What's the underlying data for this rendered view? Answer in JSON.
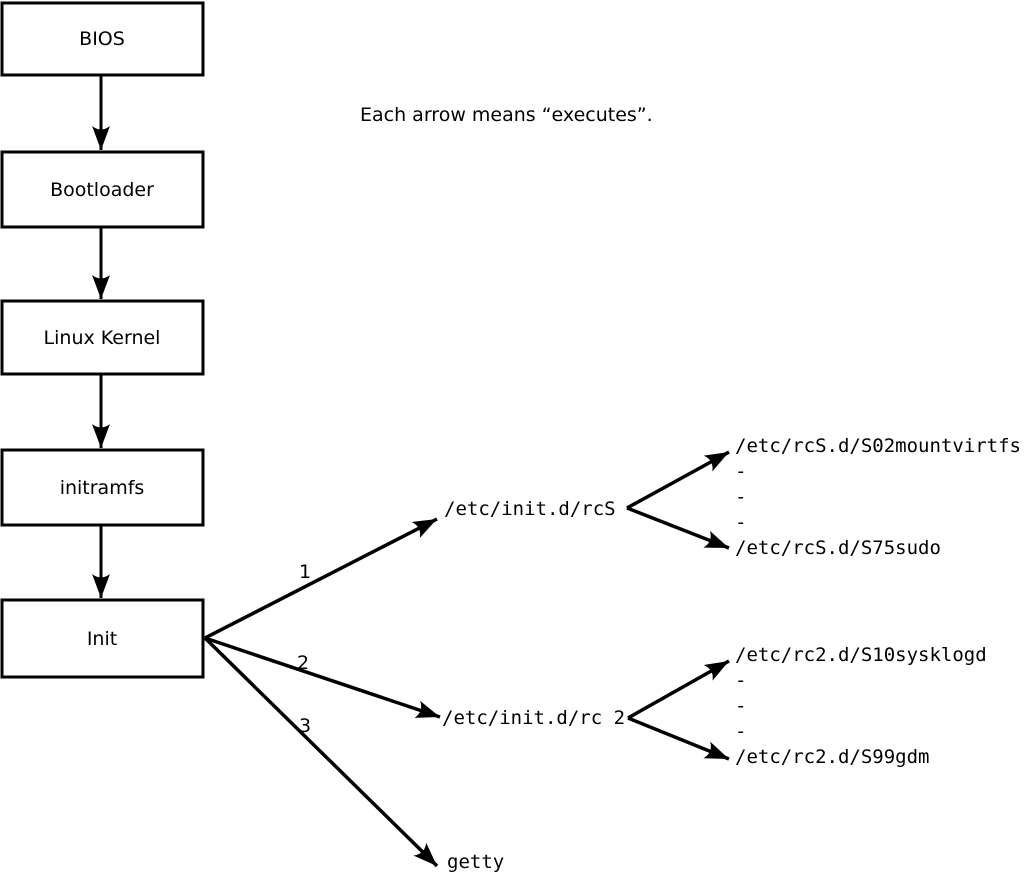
{
  "note": "Each arrow means “executes”.",
  "colors": {
    "foreground": "#000000",
    "background": "#ffffff"
  },
  "boot_chain": {
    "boxes": [
      {
        "label": "BIOS"
      },
      {
        "label": "Bootloader"
      },
      {
        "label": "Linux Kernel"
      },
      {
        "label": "initramfs"
      },
      {
        "label": "Init"
      }
    ]
  },
  "init_branches": [
    {
      "number": "1",
      "target": "/etc/init.d/rcS"
    },
    {
      "number": "2",
      "target": "/etc/init.d/rc 2"
    },
    {
      "number": "3",
      "target": "getty"
    }
  ],
  "rcS_listing": {
    "lines": [
      "/etc/rcS.d/S02mountvirtfs",
      "-",
      "-",
      "-",
      "/etc/rcS.d/S75sudo"
    ]
  },
  "rc2_listing": {
    "lines": [
      "/etc/rc2.d/S10sysklogd",
      "-",
      "-",
      "-",
      "/etc/rc2.d/S99gdm"
    ]
  }
}
